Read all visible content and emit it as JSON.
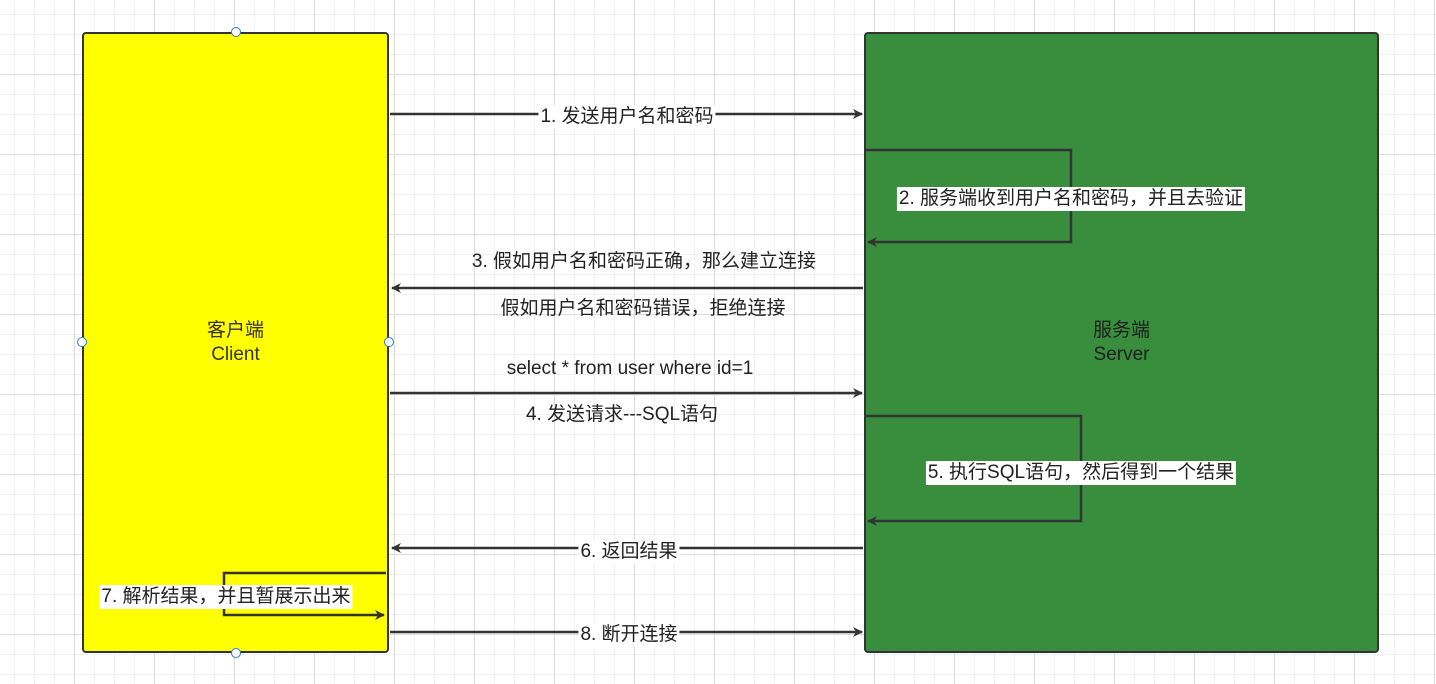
{
  "client": {
    "name": "客户端",
    "subtitle": "Client",
    "color": "#ffff00"
  },
  "server": {
    "name": "服务端",
    "subtitle": "Server",
    "color": "#388e3c"
  },
  "steps": {
    "s1": "1. 发送用户名和密码",
    "s2": "2. 服务端收到用户名和密码，并且去验证",
    "s3a": "3. 假如用户名和密码正确，那么建立连接",
    "s3b": "假如用户名和密码错误，拒绝连接",
    "s4a": "select * from user where id=1",
    "s4b": "4. 发送请求---SQL语句",
    "s5": "5. 执行SQL语句，然后得到一个结果",
    "s6": "6. 返回结果",
    "s7": "7. 解析结果，并且暂展示出来",
    "s8": "8. 断开连接"
  }
}
